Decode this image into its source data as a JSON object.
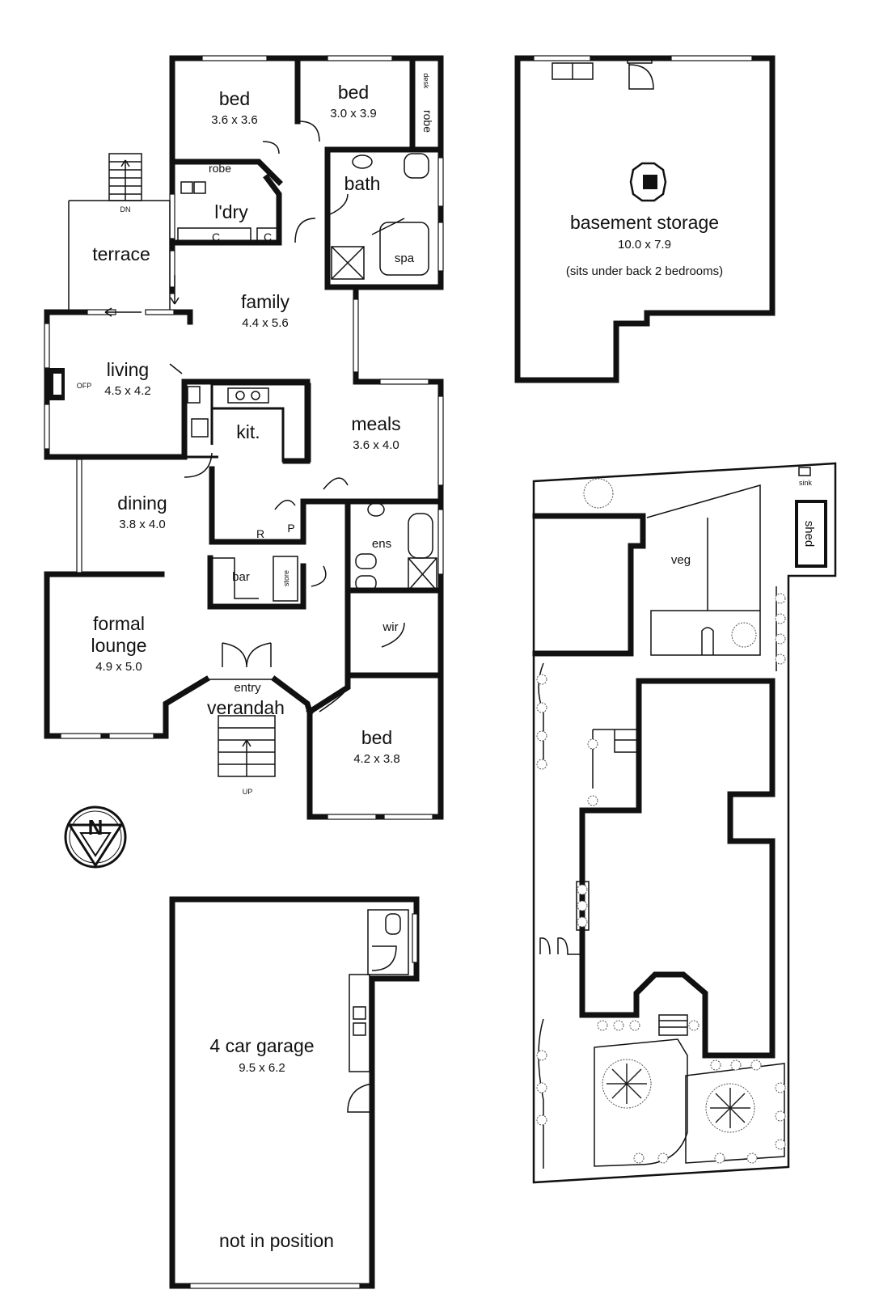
{
  "rooms": {
    "bed1": {
      "name": "bed",
      "dim": "3.6 x 3.6"
    },
    "bed2": {
      "name": "bed",
      "dim": "3.0 x 3.9"
    },
    "desk": "desk",
    "robe_side": "robe",
    "robe": "robe",
    "bath": "bath",
    "laundry": "l'dry",
    "cupboard": "C",
    "spa": "spa",
    "terrace": "terrace",
    "stair_down": "DN",
    "family": {
      "name": "family",
      "dim": "4.4 x 5.6"
    },
    "living": {
      "name": "living",
      "dim": "4.5 x 4.2"
    },
    "fireplace": "OFP",
    "kitchen": "kit.",
    "meals": {
      "name": "meals",
      "dim": "3.6 x 4.0"
    },
    "dining": {
      "name": "dining",
      "dim": "3.8 x 4.0"
    },
    "fridge": "R",
    "pantry": "P",
    "bar": "bar",
    "store": "store",
    "ensuite": "ens",
    "wir": "wir",
    "formal_lounge": {
      "name_line1": "formal",
      "name_line2": "lounge",
      "dim": "4.9 x 5.0"
    },
    "entry": "entry",
    "verandah": "verandah",
    "stair_up": "UP",
    "bed3": {
      "name": "bed",
      "dim": "4.2 x 3.8"
    }
  },
  "compass": "N",
  "basement": {
    "name": "basement storage",
    "dim": "10.0 x 7.9",
    "note": "(sits under back 2 bedrooms)"
  },
  "garage": {
    "name": "4 car garage",
    "dim": "9.5 x 6.2",
    "note": "not in position"
  },
  "site": {
    "sink": "sink",
    "shed": "shed",
    "veg": "veg"
  }
}
